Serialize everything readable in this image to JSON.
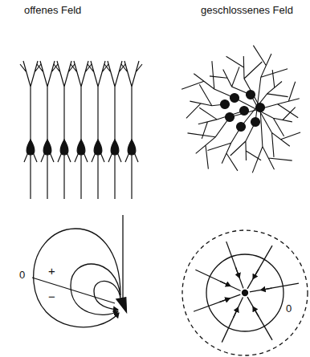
{
  "diagram": {
    "labels": [
      "offenes Feld",
      "geschlossenes Feld",
      "0",
      "+",
      "−",
      "0"
    ]
  }
}
